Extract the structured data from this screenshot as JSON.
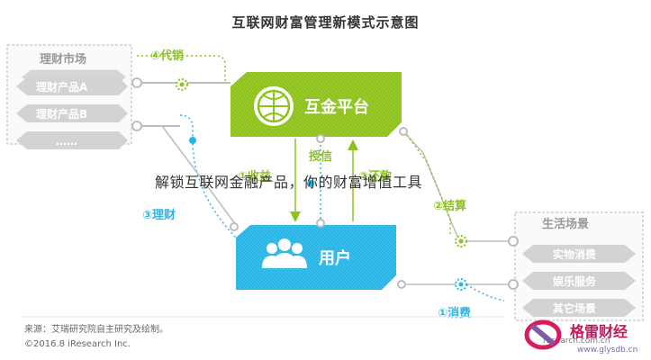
{
  "title": "互联网财富管理新模式示意图",
  "market": {
    "title": "理财市场",
    "items": [
      "理财产品A",
      "理财产品B",
      "……"
    ]
  },
  "platform": {
    "label": "互金平台"
  },
  "user": {
    "label": "用户"
  },
  "life": {
    "title": "生活场景",
    "items": [
      "实物消费",
      "娱乐服务",
      "其它场景"
    ]
  },
  "flows": {
    "sell_agent": "④代销",
    "credit": "授信",
    "collect": "①收益",
    "repay": "②还款",
    "settle": "②结算",
    "invest": "③理财",
    "consume": "①消费"
  },
  "overlay_text": "解锁互联网金融产品，你的财富增值工具",
  "source": "来源：艾瑞研究院自主研究及绘制。",
  "copyright": "©2016.8 iResearch Inc.",
  "logo": {
    "name": "格雷财经",
    "url": "www.glysdb.cn",
    "partial_url": "research.com.cn"
  },
  "colors": {
    "green": "#8dc21f",
    "blue": "#29b6e6",
    "grey": "#d9d9d9",
    "dark_grey": "#bdbdbd"
  }
}
